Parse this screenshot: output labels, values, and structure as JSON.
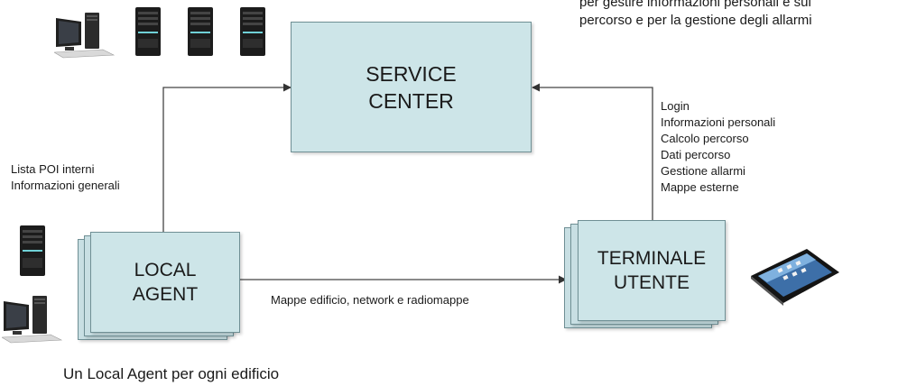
{
  "diagram": {
    "service_center": {
      "line1": "SERVICE",
      "line2": "CENTER"
    },
    "local_agent": {
      "line1": "LOCAL",
      "line2": "AGENT"
    },
    "terminale_utente": {
      "line1": "TERMINALE",
      "line2": "UTENTE"
    },
    "top_note": {
      "line1": "per gestire informazioni personali e sul",
      "line2": "percorso e per la gestione degli allarmi"
    },
    "left_labels": [
      "Lista POI interni",
      "Informazioni generali"
    ],
    "right_labels": [
      "Login",
      "Informazioni personali",
      "Calcolo percorso",
      "Dati percorso",
      "Gestione allarmi",
      "Mappe esterne"
    ],
    "bottom_link_label": "Mappe edificio, network e radiomappe",
    "footer": "Un Local Agent per ogni edificio",
    "icons": {
      "top_desktop": "desktop-computer-icon",
      "top_servers": [
        "server-tower-icon",
        "server-tower-icon",
        "server-tower-icon"
      ],
      "left_server": "server-tower-icon",
      "left_desktop": "desktop-computer-icon",
      "tablet": "tablet-icon"
    },
    "colors": {
      "box_fill": "#cde5e8",
      "box_border": "#6f8f94",
      "line": "#444444"
    }
  }
}
